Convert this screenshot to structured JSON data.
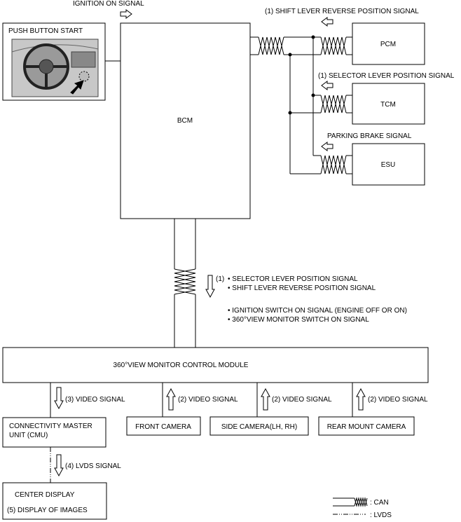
{
  "signals": {
    "ignition_on": "IGNITION ON SIGNAL",
    "shift_lever_reverse_top": "(1) SHIFT LEVER REVERSE POSITION SIGNAL",
    "selector_lever_top": "(1) SELECTOR LEVER POSITION SIGNAL",
    "parking_brake": "PARKING BRAKE SIGNAL",
    "bus_ref": "(1)",
    "bus_selector": "• SELECTOR LEVER POSITION SIGNAL",
    "bus_shift_reverse": "• SHIFT LEVER REVERSE POSITION SIGNAL",
    "bus_ignition_switch": "• IGNITION SWITCH ON SIGNAL (ENGINE OFF OR ON)",
    "bus_360_switch": "• 360°VIEW MONITOR SWITCH ON SIGNAL",
    "video_cmu": "(3) VIDEO SIGNAL",
    "video_front": "(2) VIDEO SIGNAL",
    "video_side": "(2) VIDEO SIGNAL",
    "video_rear": "(2) VIDEO SIGNAL",
    "lvds": "(4) LVDS SIGNAL"
  },
  "modules": {
    "push_button_start": "PUSH BUTTON START",
    "bcm": "BCM",
    "pcm": "PCM",
    "tcm": "TCM",
    "esu": "ESU",
    "svm": "360°VIEW MONITOR CONTROL MODULE",
    "cmu_line1": "CONNECTIVITY MASTER",
    "cmu_line2": "UNIT (CMU)",
    "front_camera": "FRONT CAMERA",
    "side_camera": "SIDE CAMERA(LH, RH)",
    "rear_camera": "REAR MOUNT CAMERA",
    "center_display": "CENTER DISPLAY",
    "display_images": "(5) DISPLAY OF IMAGES"
  },
  "legend": {
    "can": ": CAN",
    "lvds": ": LVDS"
  }
}
